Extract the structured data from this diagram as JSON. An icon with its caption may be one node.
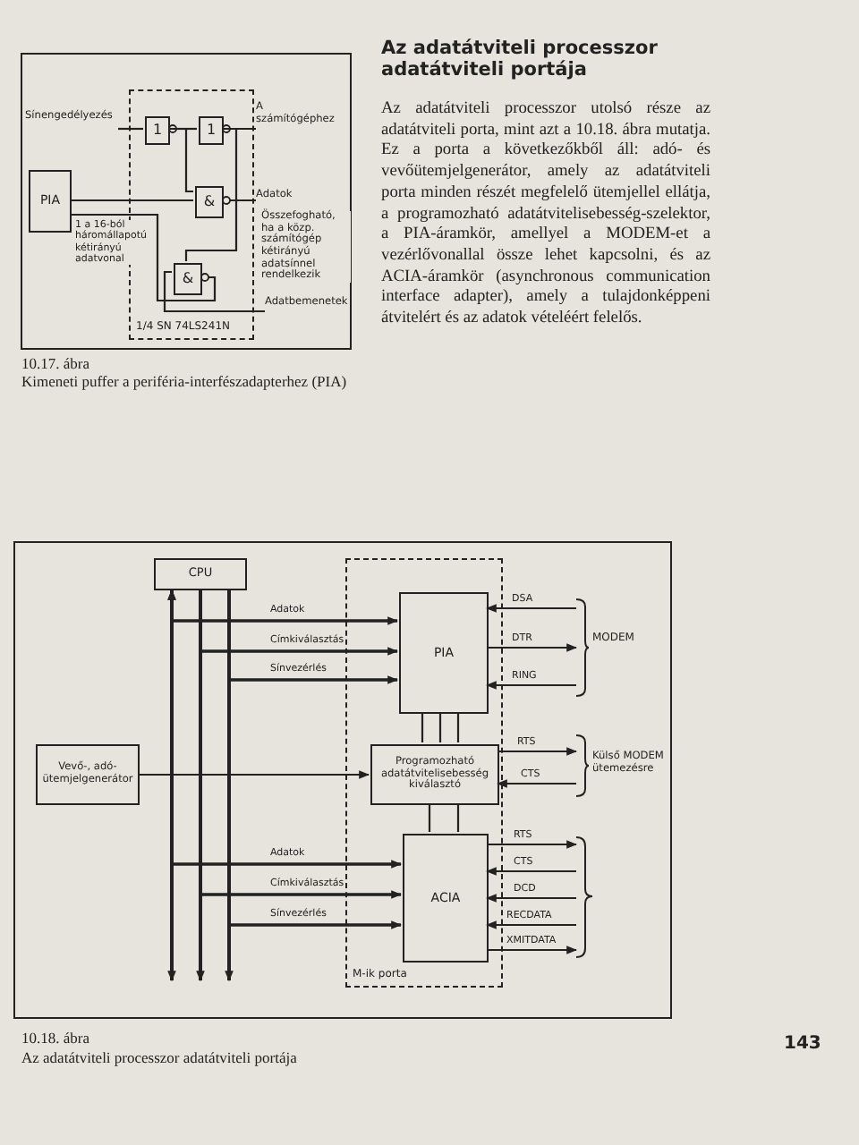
{
  "diagram": {
    "title": "Az adatátviteli processzor adatátviteli portája",
    "nodes": [
      {
        "text": [
          "1/4 SN 74LS241N"
        ]
      },
      {
        "text": [
          "1"
        ],
        "in": 0
      },
      {
        "text": [
          "1"
        ],
        "in": 0
      },
      {
        "text": [
          "&"
        ],
        "in": 0
      },
      {
        "text": [
          "&"
        ],
        "in": 0
      },
      {
        "text": [
          "PIA"
        ]
      },
      {
        "text": [
          "Sínengedélyezés"
        ]
      },
      {
        "text": [
          "A számítógéphez"
        ]
      },
      {
        "text": [
          "Adatok"
        ]
      },
      {
        "text": [
          "Adatbemenetek"
        ]
      },
      {
        "text": [
          "CPU"
        ]
      },
      {
        "text": [
          "M-ik porta"
        ]
      },
      {
        "text": [
          "PIA"
        ],
        "in": 11
      },
      {
        "text": [
          "Programozható adatátvitelisebesség kiválasztó"
        ],
        "in": 11
      },
      {
        "text": [
          "ACIA"
        ],
        "in": 11
      },
      {
        "text": [
          "Vevő-, adó-ütemjelgenerátor"
        ]
      },
      {
        "text": [
          "MODEM"
        ]
      },
      {
        "text": [
          "Külső MODEM ütemezésre"
        ]
      }
    ],
    "edges": [
      {
        "from": 6,
        "to": 1,
        "arrow": "none"
      },
      {
        "from": 1,
        "to": 2,
        "arrow": "other"
      },
      {
        "from": 1,
        "to": 3,
        "arrow": "none"
      },
      {
        "from": 2,
        "to": 7,
        "arrow": "other"
      },
      {
        "from": 5,
        "to": 3,
        "arrow": "none"
      },
      {
        "from": 3,
        "to": 8,
        "arrow": "other"
      },
      {
        "from": 2,
        "to": 4,
        "arrow": "none"
      },
      {
        "from": 9,
        "to": 4,
        "arrow": "none"
      },
      {
        "from": 4,
        "to": 5,
        "arrow": "other"
      },
      {
        "from": 10,
        "to": 12,
        "arrow": "both",
        "label": "Adatok"
      },
      {
        "from": 10,
        "to": 12,
        "arrow": "to",
        "label": "Címkiválasztás"
      },
      {
        "from": 10,
        "to": 12,
        "arrow": "to",
        "label": "Sínvezérlés"
      },
      {
        "from": 15,
        "to": 13,
        "arrow": "to"
      },
      {
        "from": 12,
        "to": 13,
        "arrow": "none"
      },
      {
        "from": 12,
        "to": 13,
        "arrow": "none"
      },
      {
        "from": 12,
        "to": 13,
        "arrow": "none"
      },
      {
        "from": 13,
        "to": 14,
        "arrow": "none"
      },
      {
        "from": 13,
        "to": 14,
        "arrow": "none"
      },
      {
        "from": 10,
        "to": 14,
        "arrow": "both",
        "label": "Adatok"
      },
      {
        "from": 10,
        "to": 14,
        "arrow": "to",
        "label": "Címkiválasztás"
      },
      {
        "from": 10,
        "to": 14,
        "arrow": "to",
        "label": "Sínvezérlés"
      },
      {
        "from": 16,
        "to": 12,
        "arrow": "to",
        "label": "DSA"
      },
      {
        "from": 12,
        "to": 16,
        "arrow": "to",
        "label": "DTR"
      },
      {
        "from": 16,
        "to": 12,
        "arrow": "to",
        "label": "RING"
      },
      {
        "from": 13,
        "to": 17,
        "arrow": "to",
        "label": "RTS"
      },
      {
        "from": 17,
        "to": 13,
        "arrow": "to",
        "label": "CTS"
      },
      {
        "from": 14,
        "to": null,
        "arrow": "to",
        "label": "RTS"
      },
      {
        "from": null,
        "to": 14,
        "arrow": "to",
        "label": "CTS"
      },
      {
        "from": null,
        "to": 14,
        "arrow": "to",
        "label": "DCD"
      },
      {
        "from": null,
        "to": 14,
        "arrow": "to",
        "label": "RECDATA"
      },
      {
        "from": 14,
        "to": null,
        "arrow": "to",
        "label": "XMITDATA"
      }
    ],
    "labels": [
      "1 a 16-ból háromállapotú kétirányú adatvonal",
      "Összefogható, ha a közp. számítógép kétirányú adatsínnel rendelkezik",
      "10.17. ábra",
      "Kimeneti puffer a periféria-interfészadapterhez (PIA)",
      "Az adatátviteli processzor utolsó része az adatátviteli porta, mint azt a 10.18. ábra mutatja. Ez a porta a következőkből áll: adó- és vevőütemjelgenerátor, amely az adatátviteli porta minden részét megfelelő ütemjellel ellátja, a programozható adatátvitelisebesség-szelektor, a PIA-áramkör, amellyel a MODEM-et a vezérlővonallal össze lehet kapcsolni, és az ACIA-áramkör (asynchronous communication interface adapter), amely a tulajdonképpeni átvitelért és az adatok vételéért felelős.",
      "10.18. ábra",
      "Az adatátviteli processzor adatátviteli portája",
      "143"
    ]
  }
}
